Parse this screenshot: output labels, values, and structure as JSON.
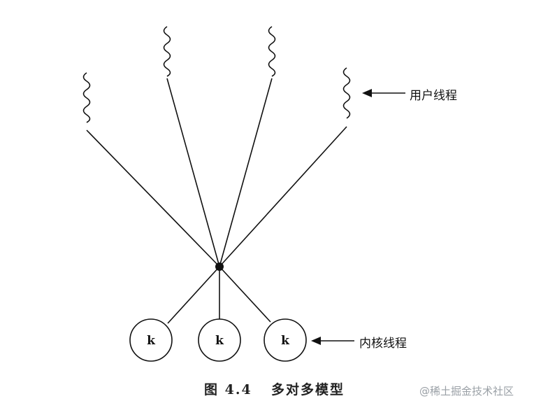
{
  "labels": {
    "user_threads": "用户线程",
    "kernel_threads": "内核线程"
  },
  "kernel_nodes": [
    "k",
    "k",
    "k"
  ],
  "caption": {
    "figure_number": "图 4.4",
    "title": "多对多模型"
  },
  "watermark": "@稀土掘金技术社区",
  "colors": {
    "ink": "#111111",
    "watermark": "#9aa0a6"
  }
}
